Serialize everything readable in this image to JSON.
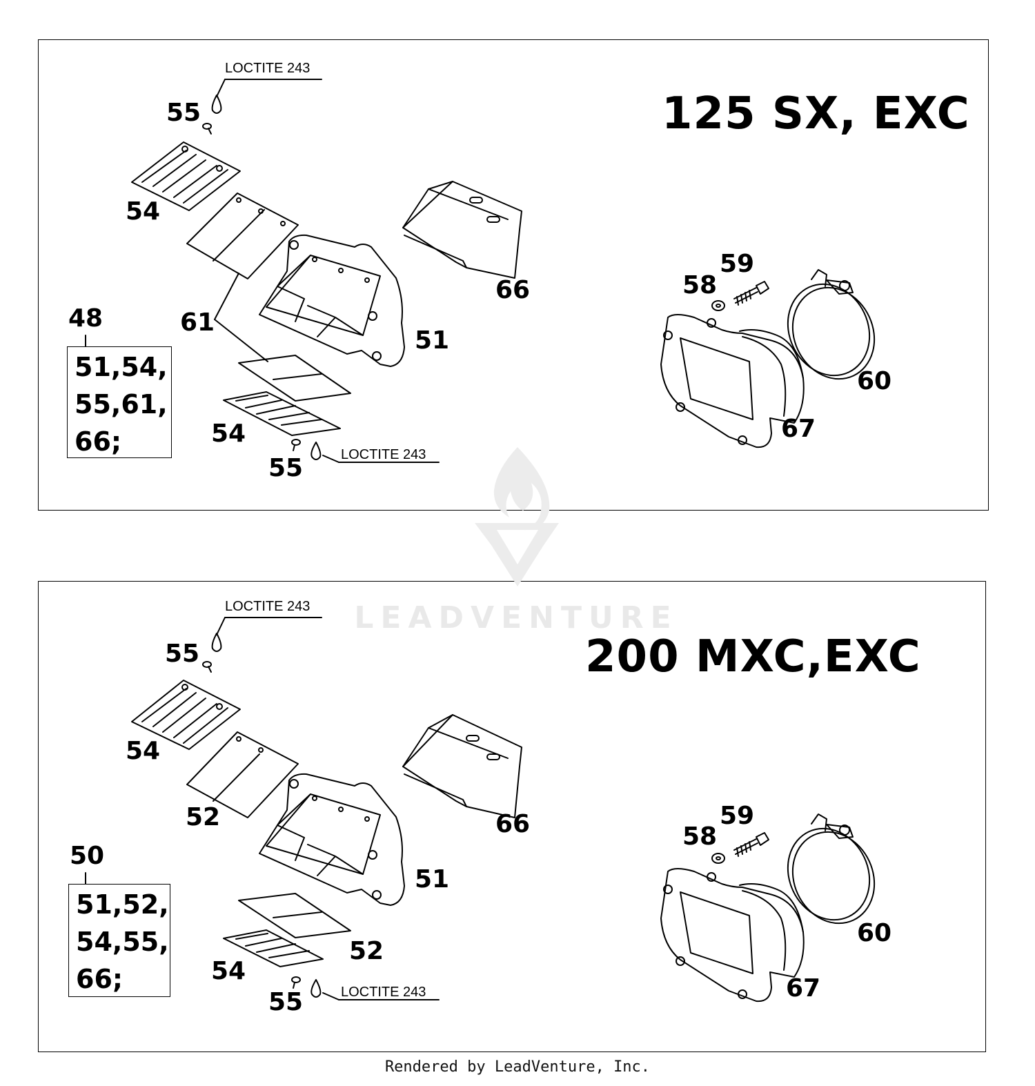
{
  "diagrams": [
    {
      "model": "125 SX, EXC",
      "kit_number": "48",
      "kit_lines": [
        "51,54,",
        "55,61,",
        "66;"
      ],
      "callouts": {
        "screw_top": "55",
        "stopper_top": "54",
        "reed_top": "61",
        "kit_ref": "61",
        "housing": "51",
        "cover": "66",
        "washer": "58",
        "bolt": "59",
        "clamp": "60",
        "manifold": "67",
        "stopper_bottom": "54",
        "screw_bottom": "55"
      },
      "note_top": "LOCTITE 243",
      "note_bottom": "LOCTITE 243"
    },
    {
      "model": "200 MXC,EXC",
      "kit_number": "50",
      "kit_lines": [
        "51,52,",
        "54,55,",
        "66;"
      ],
      "callouts": {
        "screw_top": "55",
        "stopper_top": "54",
        "reed_top": "52",
        "reed_bottom": "52",
        "housing": "51",
        "cover": "66",
        "washer": "58",
        "bolt": "59",
        "clamp": "60",
        "manifold": "67",
        "stopper_bottom": "54",
        "screw_bottom": "55"
      },
      "note_top": "LOCTITE 243",
      "note_bottom": "LOCTITE 243"
    }
  ],
  "watermark": "LEADVENTURE",
  "footer": "Rendered by LeadVenture, Inc."
}
